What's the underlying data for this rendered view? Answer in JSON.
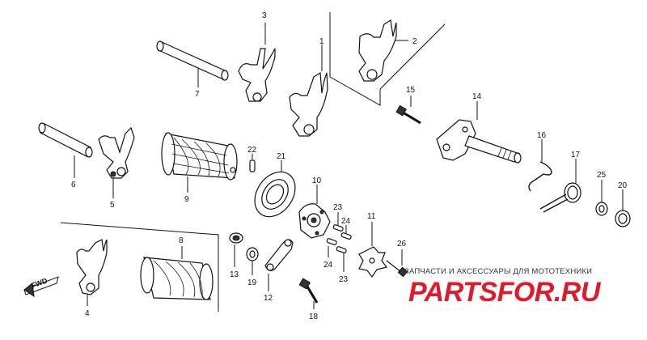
{
  "diagram": {
    "callouts": [
      {
        "id": "c1",
        "text": "1"
      },
      {
        "id": "c2",
        "text": "2"
      },
      {
        "id": "c3",
        "text": "3"
      },
      {
        "id": "c4",
        "text": "4"
      },
      {
        "id": "c5",
        "text": "5"
      },
      {
        "id": "c6",
        "text": "6"
      },
      {
        "id": "c7",
        "text": "7"
      },
      {
        "id": "c8",
        "text": "8"
      },
      {
        "id": "c9",
        "text": "9"
      },
      {
        "id": "c10",
        "text": "10"
      },
      {
        "id": "c11",
        "text": "11"
      },
      {
        "id": "c12",
        "text": "12"
      },
      {
        "id": "c13",
        "text": "13"
      },
      {
        "id": "c14",
        "text": "14"
      },
      {
        "id": "c15",
        "text": "15"
      },
      {
        "id": "c16",
        "text": "16"
      },
      {
        "id": "c17",
        "text": "17"
      },
      {
        "id": "c18",
        "text": "18"
      },
      {
        "id": "c19",
        "text": "19"
      },
      {
        "id": "c20",
        "text": "20"
      },
      {
        "id": "c21",
        "text": "21"
      },
      {
        "id": "c22",
        "text": "22"
      },
      {
        "id": "c23a",
        "text": "23"
      },
      {
        "id": "c23b",
        "text": "23"
      },
      {
        "id": "c24a",
        "text": "24"
      },
      {
        "id": "c24b",
        "text": "24"
      },
      {
        "id": "c25",
        "text": "25"
      },
      {
        "id": "c26",
        "text": "26"
      }
    ],
    "fwd_label": "FWD"
  },
  "watermark": {
    "caption": "ЗАПЧАСТИ И АКСЕССУАРЫ ДЛЯ МОТОТЕХНИКИ",
    "logo_text": "PARTSFOR.RU",
    "logo_color": "#e0192b"
  }
}
